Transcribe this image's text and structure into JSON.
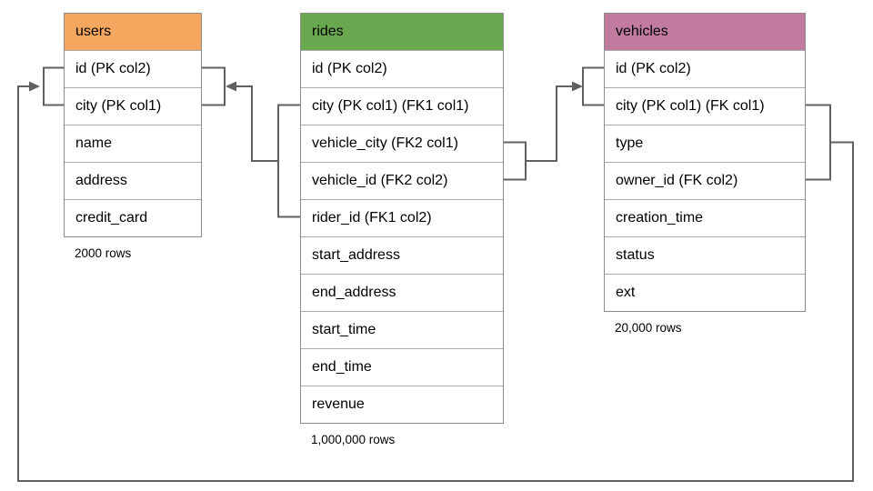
{
  "diagram": {
    "line_color": "#606060",
    "border_color": "#8c8c8c",
    "tables": [
      {
        "name": "users",
        "title": "users",
        "header_color": "#F6A75F",
        "row_count_label": "2000 rows",
        "columns": [
          "id (PK col2)",
          "city (PK col1)",
          "name",
          "address",
          "credit_card"
        ]
      },
      {
        "name": "rides",
        "title": "rides",
        "header_color": "#6AA84F",
        "row_count_label": "1,000,000 rows",
        "columns": [
          "id (PK col2)",
          "city (PK col1) (FK1 col1)",
          "vehicle_city (FK2 col1)",
          "vehicle_id (FK2 col2)",
          "rider_id (FK1 col2)",
          "start_address",
          "end_address",
          "start_time",
          "end_time",
          "revenue"
        ]
      },
      {
        "name": "vehicles",
        "title": "vehicles",
        "header_color": "#C27BA0",
        "row_count_label": "20,000 rows",
        "columns": [
          "id (PK col2)",
          "city (PK col1) (FK col1)",
          "type",
          "owner_id (FK col2)",
          "creation_time",
          "status",
          "ext"
        ]
      }
    ],
    "relationships": [
      {
        "name": "rides-fk1-users",
        "from": "rides (city, rider_id)",
        "to": "users (id, city)"
      },
      {
        "name": "rides-fk2-vehicles",
        "from": "rides (vehicle_city, vehicle_id)",
        "to": "vehicles (id, city)"
      },
      {
        "name": "vehicles-fk-users",
        "from": "vehicles (city, owner_id)",
        "to": "users (id, city)"
      }
    ]
  }
}
